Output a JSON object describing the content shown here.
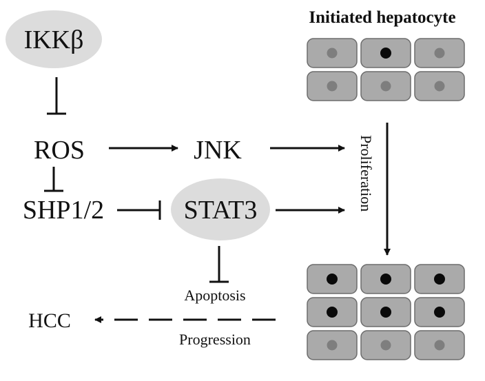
{
  "diagram": {
    "title": "Initiated hepatocyte",
    "nodes": {
      "ikkb": "IKKβ",
      "ros": "ROS",
      "jnk": "JNK",
      "shp": "SHP1/2",
      "stat3": "STAT3",
      "hcc": "HCC"
    },
    "labels": {
      "proliferation": "Proliferation",
      "apoptosis": "Apoptosis",
      "progression": "Progression"
    },
    "colors": {
      "ellipse_fill": "#dcdcdc",
      "cell_fill": "#aaaaaa",
      "cell_border": "#6c6c6c",
      "nucleus_dark": "#0a0a0a",
      "nucleus_light": "#7e7e7e",
      "stroke": "#111111"
    },
    "top_cells": [
      [
        "light",
        "dark",
        "light"
      ],
      [
        "light",
        "light",
        "light"
      ]
    ],
    "bottom_cells": [
      [
        "dark",
        "dark",
        "dark"
      ],
      [
        "dark",
        "dark",
        "dark"
      ],
      [
        "light",
        "light",
        "light"
      ]
    ]
  }
}
